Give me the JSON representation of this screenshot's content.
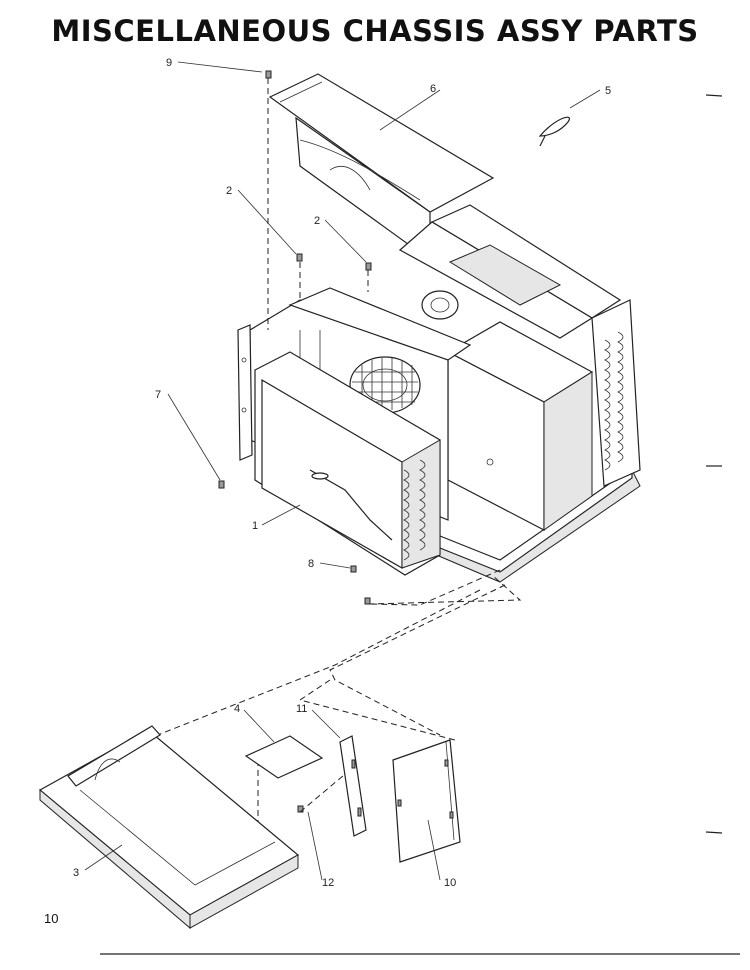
{
  "page": {
    "title": "MISCELLANEOUS CHASSIS ASSY PARTS",
    "page_number": "10"
  },
  "callouts": [
    {
      "id": "c1",
      "label": "1"
    },
    {
      "id": "c2a",
      "label": "2"
    },
    {
      "id": "c2b",
      "label": "2"
    },
    {
      "id": "c3",
      "label": "3"
    },
    {
      "id": "c4",
      "label": "4"
    },
    {
      "id": "c5",
      "label": "5"
    },
    {
      "id": "c6",
      "label": "6"
    },
    {
      "id": "c7",
      "label": "7"
    },
    {
      "id": "c8",
      "label": "8"
    },
    {
      "id": "c9",
      "label": "9"
    },
    {
      "id": "c10",
      "label": "10"
    },
    {
      "id": "c11",
      "label": "11"
    },
    {
      "id": "c12",
      "label": "12"
    }
  ]
}
